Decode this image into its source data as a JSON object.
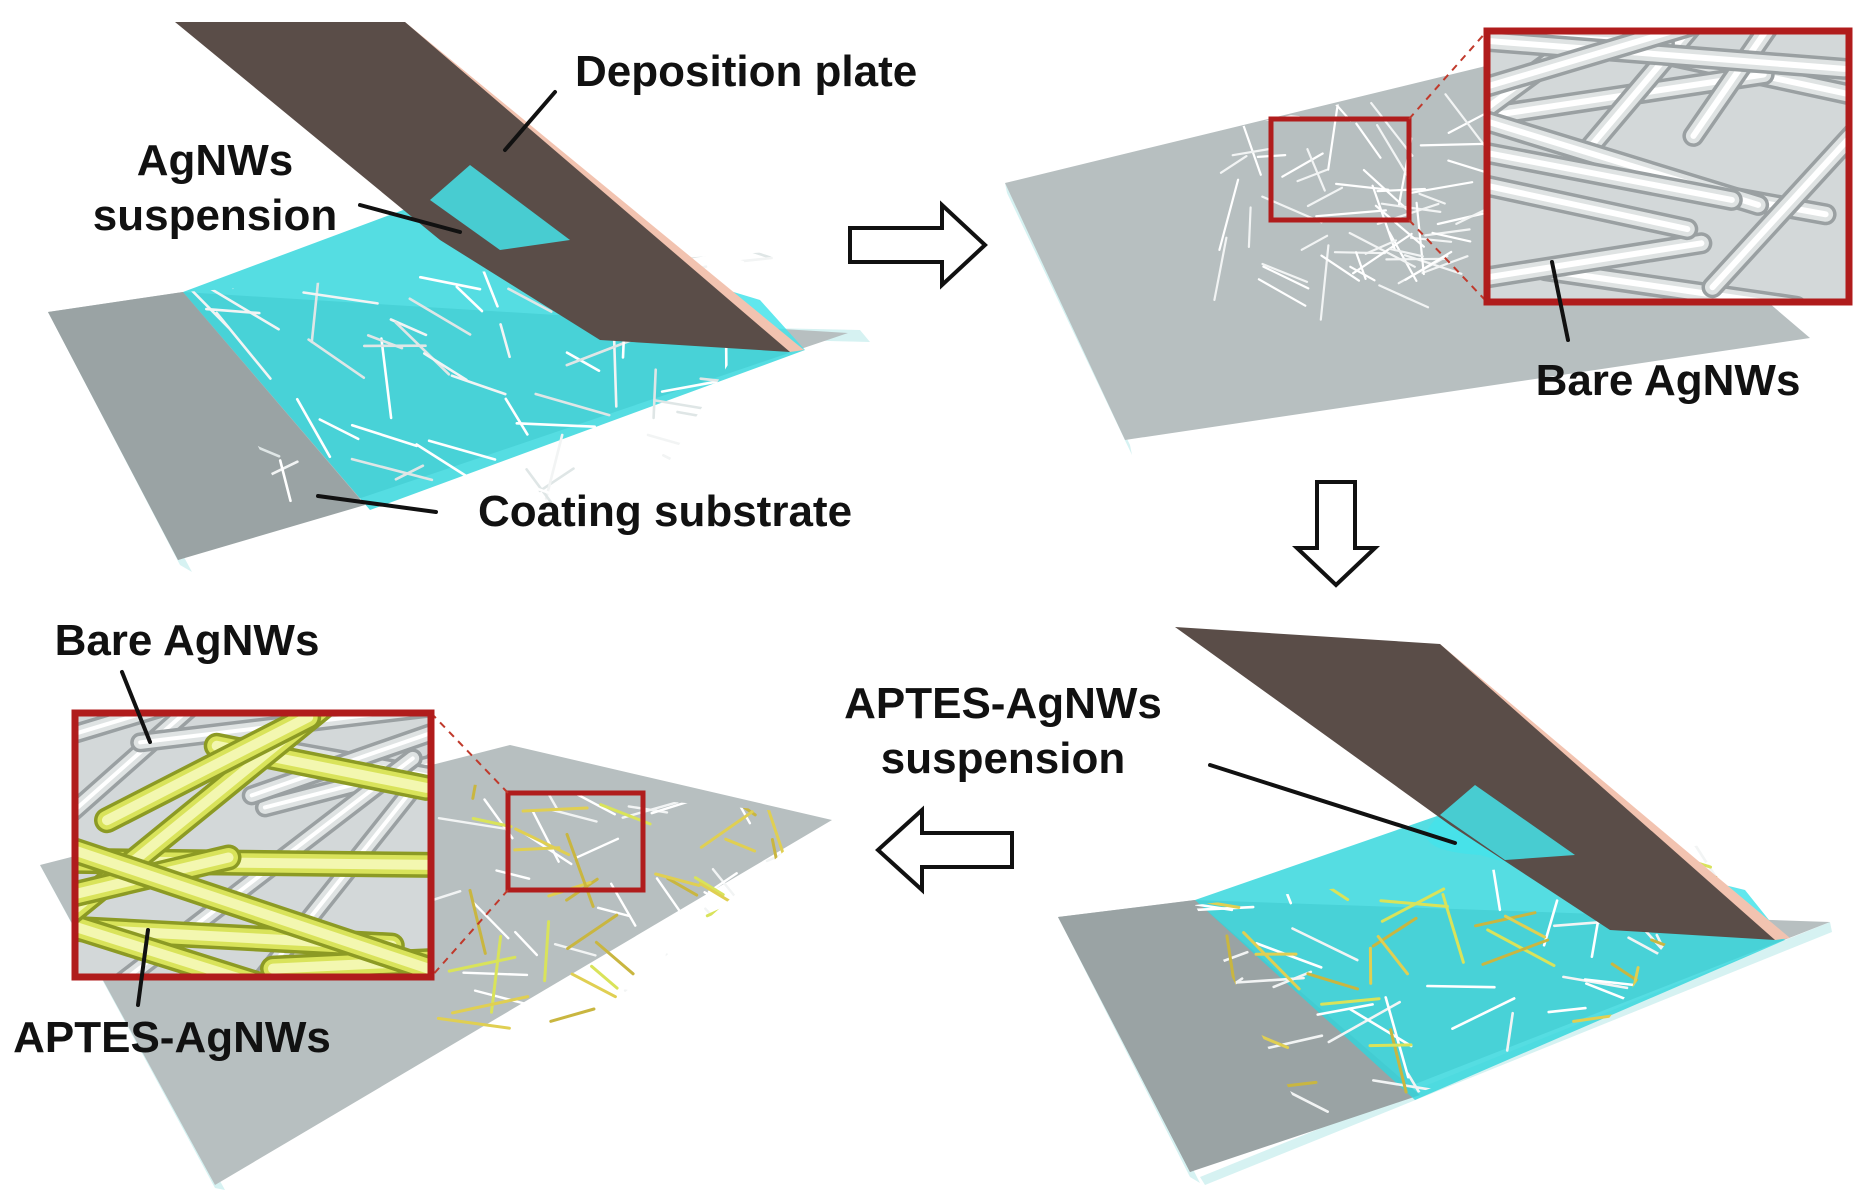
{
  "labels": {
    "deposition_plate": "Deposition plate",
    "agnws_suspension_1": "AgNWs",
    "agnws_suspension_2": "suspension",
    "coating_substrate": "Coating substrate",
    "bare_agnws_top": "Bare AgNWs",
    "aptes_suspension_1": "APTES-AgNWs",
    "aptes_suspension_2": "suspension",
    "bare_agnws_bottom": "Bare AgNWs",
    "aptes_agnws": "APTES-AgNWs"
  },
  "colors": {
    "substrate": "#b7bfc0",
    "substrate_edge": "#d6f2f2",
    "suspension": "#2fd6dc",
    "plate": "#5a4d48",
    "plate_edge": "#f2c3b0",
    "bare_nanowire": "#f2f4f4",
    "aptes_nanowire": "#d9e35a",
    "zoom_border": "#b01c1c"
  },
  "steps": [
    {
      "id": 1,
      "description_icon": "deposition-plate-coating"
    },
    {
      "id": 2,
      "description_icon": "bare-agnws-film"
    },
    {
      "id": 3,
      "description_icon": "aptes-agnws-coating"
    },
    {
      "id": 4,
      "description_icon": "mixed-agnws-film"
    }
  ],
  "arrows": [
    "right-arrow-icon",
    "down-arrow-icon",
    "left-arrow-icon"
  ]
}
